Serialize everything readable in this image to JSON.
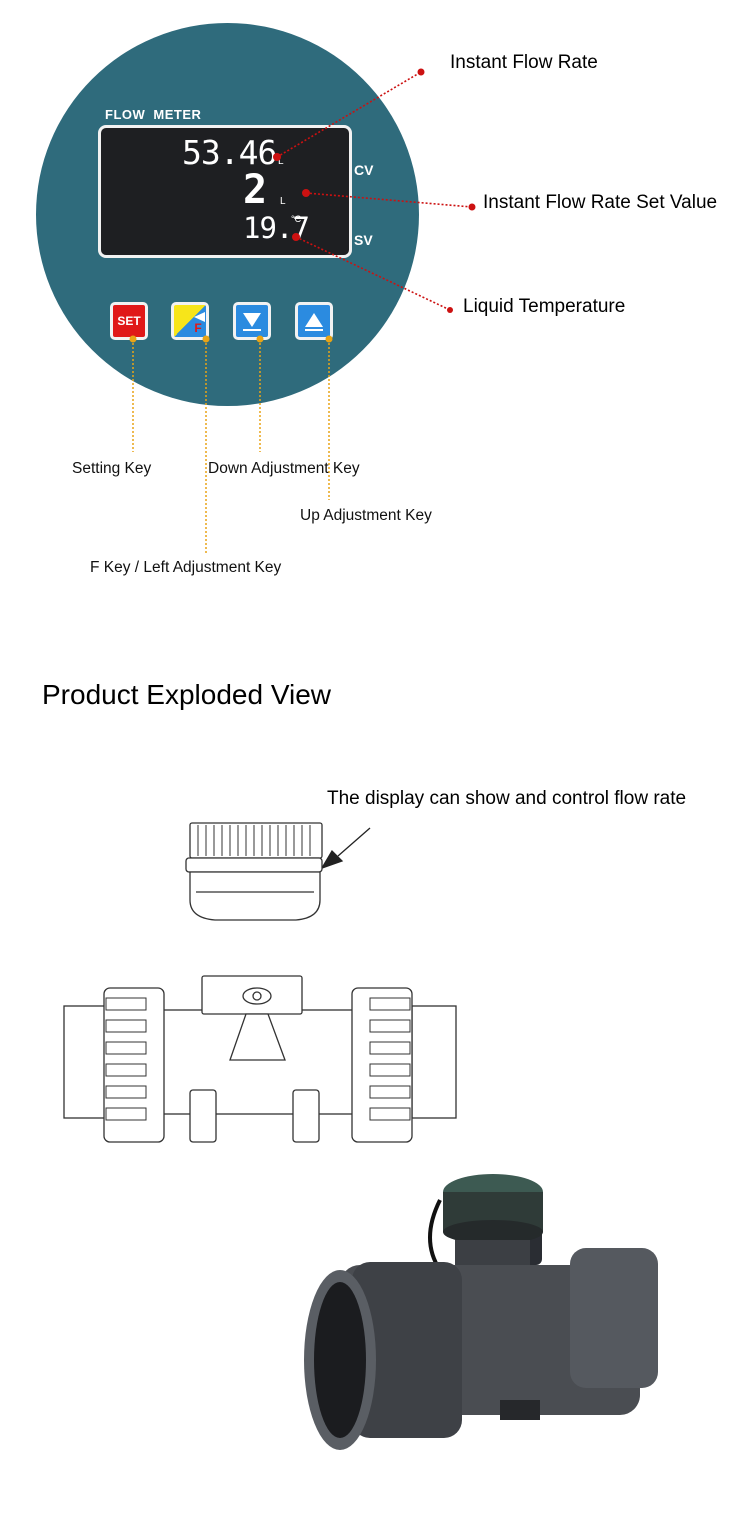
{
  "panel": {
    "title": "FLOW METER",
    "flow_value": "53.46",
    "flow_unit": "L",
    "set_value": "2",
    "set_unit": "L",
    "temp_value": "19.7",
    "temp_unit": "°C",
    "cv_label": "CV",
    "sv_label": "SV",
    "keys": {
      "set": "SET",
      "f": "F"
    }
  },
  "callouts": {
    "instant_flow_rate": "Instant Flow Rate",
    "instant_flow_rate_set_value": "Instant Flow Rate Set Value",
    "liquid_temperature": "Liquid Temperature",
    "setting_key": "Setting Key",
    "down_adjustment_key": "Down Adjustment Key",
    "up_adjustment_key": "Up Adjustment Key",
    "f_key": "F Key / Left  Adjustment Key"
  },
  "exploded": {
    "title": "Product Exploded View",
    "display_note": "The display can show and control flow rate"
  },
  "colors": {
    "dial": "#2f6b7c",
    "lcd": "#1e1f22",
    "red_leader": "#cc1111",
    "yellow_leader": "#e8a416",
    "key_blue": "#2b8be0",
    "key_red": "#e01818",
    "key_yellow": "#f7e51a",
    "pipe_gray": "#4a4d52"
  }
}
